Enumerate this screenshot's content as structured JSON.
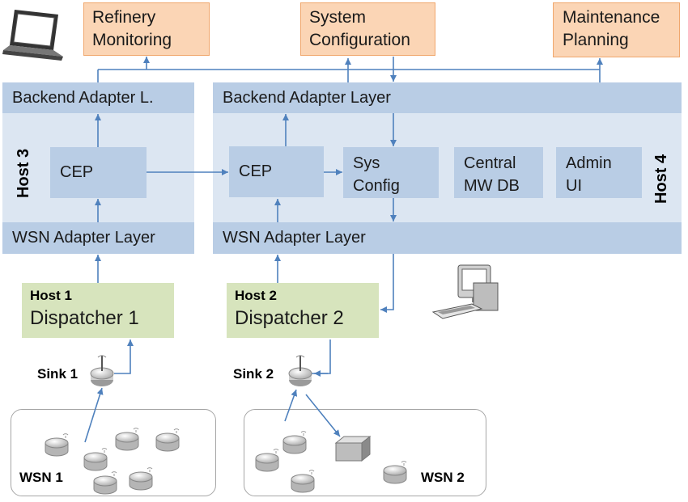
{
  "apps": {
    "refinery": [
      "Refinery",
      "Monitoring"
    ],
    "sysconfig": [
      "System",
      "Configuration"
    ],
    "maintenance": [
      "Maintenance",
      "Planning"
    ]
  },
  "host3": {
    "label": "Host 3",
    "backend": "Backend Adapter L.",
    "cep": "CEP",
    "wsn_adapter": "WSN Adapter Layer"
  },
  "host4": {
    "label": "Host 4",
    "backend": "Backend Adapter Layer",
    "cep": "CEP",
    "sys_config": [
      "Sys",
      "Config"
    ],
    "central_db": [
      "Central",
      "MW DB"
    ],
    "admin_ui": [
      "Admin",
      "UI"
    ],
    "wsn_adapter": "WSN Adapter Layer"
  },
  "dispatchers": [
    {
      "host": "Host 1",
      "name": "Dispatcher 1"
    },
    {
      "host": "Host 2",
      "name": "Dispatcher 2"
    }
  ],
  "sinks": [
    "Sink 1",
    "Sink 2"
  ],
  "networks": [
    "WSN 1",
    "WSN 2"
  ],
  "colors": {
    "app_fill": "#fbd5b5",
    "host_panel": "#dce6f2",
    "layer_fill": "#b9cde5",
    "dispatcher_fill": "#d7e4bd",
    "arrow": "#4f81bd"
  },
  "icons": [
    "laptop-icon",
    "desktop-computer-icon",
    "sink-antenna-icon",
    "sensor-node-icon",
    "gateway-box-icon"
  ]
}
